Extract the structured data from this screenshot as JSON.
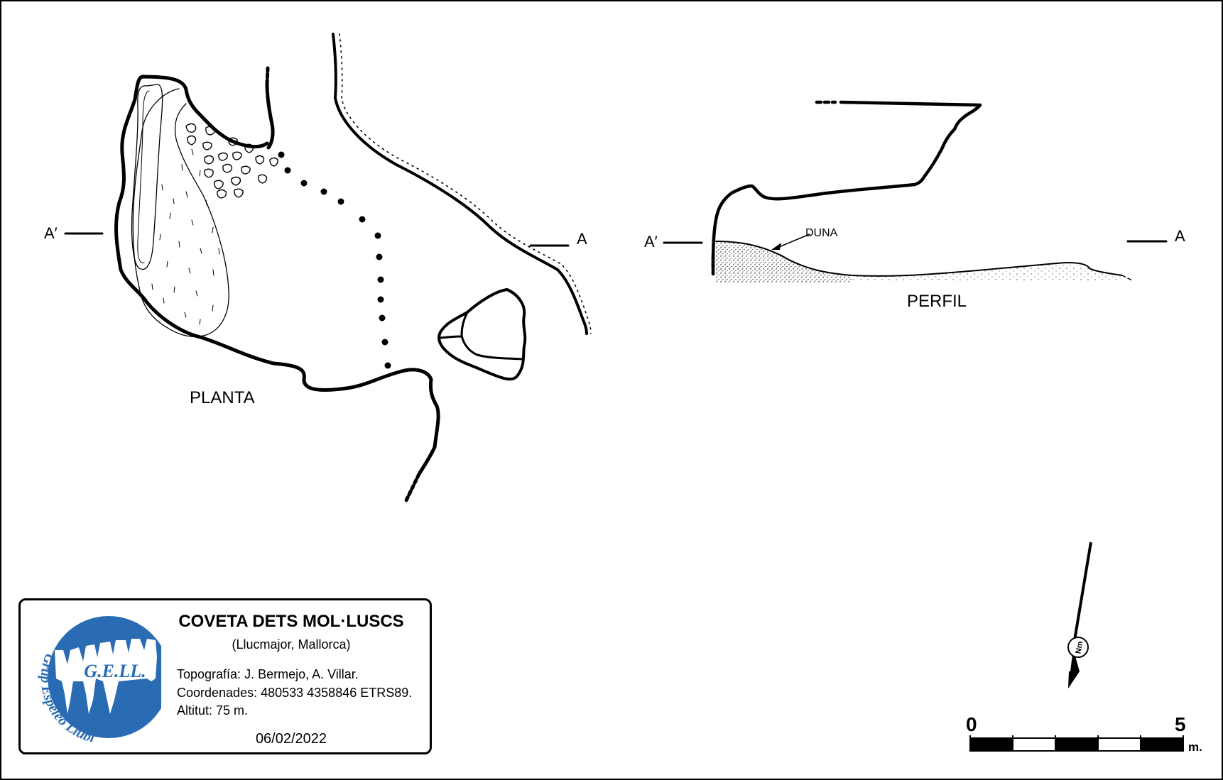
{
  "plan": {
    "label": "PLANTA",
    "section_left": "A′",
    "section_right": "A"
  },
  "profile": {
    "label": "PERFIL",
    "section_left": "A′",
    "section_right": "A",
    "dune_label": "DUNA"
  },
  "info": {
    "title": "COVETA DETS MOL·LUSCS",
    "subtitle": "(Llucmajor, Mallorca)",
    "topography": "Topografía: J. Bermejo, A. Villar.",
    "coordinates": "Coordenades: 480533 4358846 ETRS89.",
    "altitude": "Altitut: 75 m.",
    "date": "06/02/2022"
  },
  "logo": {
    "acronym": "G.E.LL.",
    "name": "Grup Espeleo Llubí",
    "color": "#2a6cb3"
  },
  "scale_bar": {
    "start_label": "0",
    "end_label": "5",
    "unit": "m."
  },
  "north_arrow": {
    "label": "Nm",
    "icon": "north-arrow-icon"
  }
}
